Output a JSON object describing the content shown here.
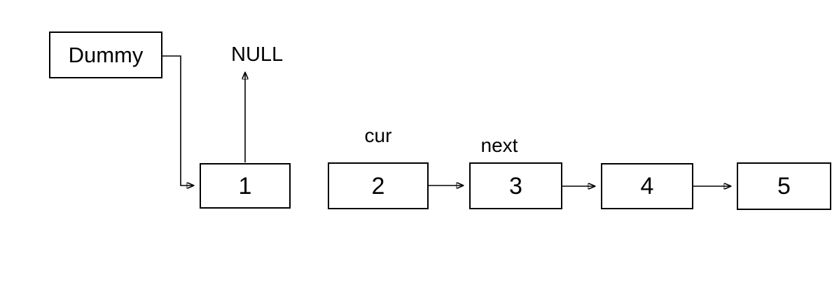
{
  "diagram": {
    "background_color": "#ffffff",
    "stroke_color": "#000000",
    "box_fill_color": "#ffffff",
    "text_color": "#000000",
    "dummy_node": {
      "label": "Dummy"
    },
    "null_label": "NULL",
    "pointer_labels": {
      "cur": "cur",
      "next": "next"
    },
    "list_nodes": [
      {
        "label": "1"
      },
      {
        "label": "2"
      },
      {
        "label": "3"
      },
      {
        "label": "4"
      },
      {
        "label": "5"
      }
    ],
    "edges": [
      {
        "from": "Dummy",
        "to": "1",
        "style": "elbow-arrow"
      },
      {
        "from": "1",
        "to": "NULL",
        "style": "straight-arrow-up"
      },
      {
        "from": "2",
        "to": "3",
        "style": "straight-arrow"
      },
      {
        "from": "3",
        "to": "4",
        "style": "straight-arrow"
      },
      {
        "from": "4",
        "to": "5",
        "style": "straight-arrow"
      }
    ]
  }
}
